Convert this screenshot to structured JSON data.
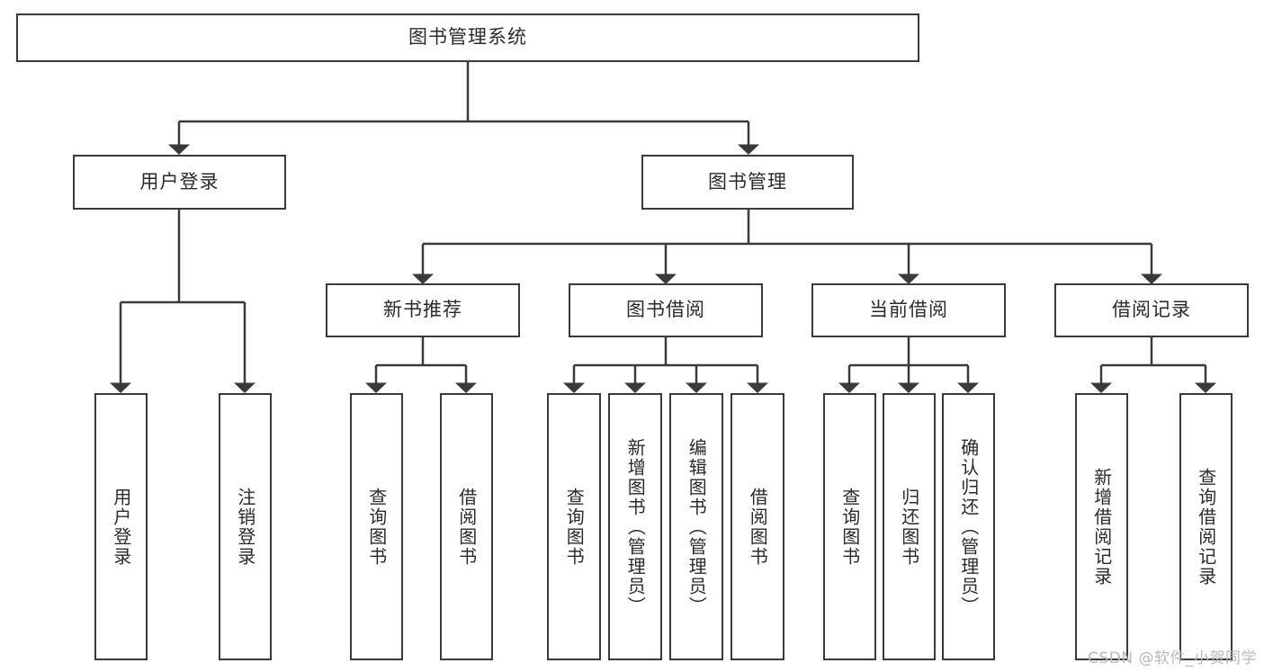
{
  "diagram": {
    "type": "tree-hierarchy",
    "title": "图书管理系统",
    "orientation": "top-down",
    "colors": {
      "stroke": "#3a3a3a",
      "fill": "#ffffff",
      "text": "#2b2b2b",
      "watermark": "#b9b9b9"
    },
    "nodes": {
      "root": {
        "label": "图书管理系统"
      },
      "level1": [
        {
          "id": "user-login",
          "label": "用户登录"
        },
        {
          "id": "book-manage",
          "label": "图书管理"
        }
      ],
      "level2": [
        {
          "id": "new-book-recommend",
          "label": "新书推荐"
        },
        {
          "id": "book-borrow",
          "label": "图书借阅"
        },
        {
          "id": "current-borrow",
          "label": "当前借阅"
        },
        {
          "id": "borrow-record",
          "label": "借阅记录"
        }
      ],
      "leaves": {
        "user_login": [
          {
            "id": "leaf-user-login",
            "label": "用户登录"
          },
          {
            "id": "leaf-logout-login",
            "label": "注销登录"
          }
        ],
        "new_book_recommend": [
          {
            "id": "leaf-query-book-1",
            "label": "查询图书"
          },
          {
            "id": "leaf-borrow-book-1",
            "label": "借阅图书"
          }
        ],
        "book_borrow": [
          {
            "id": "leaf-query-book-2",
            "label": "查询图书"
          },
          {
            "id": "leaf-add-book",
            "label": "新增图书（管理员）"
          },
          {
            "id": "leaf-edit-book",
            "label": "编辑图书（管理员）"
          },
          {
            "id": "leaf-borrow-book-2",
            "label": "借阅图书"
          }
        ],
        "current_borrow": [
          {
            "id": "leaf-query-book-3",
            "label": "查询图书"
          },
          {
            "id": "leaf-return-book",
            "label": "归还图书"
          },
          {
            "id": "leaf-confirm-return",
            "label": "确认归还（管理员）"
          }
        ],
        "borrow_record": [
          {
            "id": "leaf-add-record",
            "label": "新增借阅记录"
          },
          {
            "id": "leaf-query-record",
            "label": "查询借阅记录"
          }
        ]
      }
    },
    "watermark": "CSDN @软件_小贺同学"
  }
}
